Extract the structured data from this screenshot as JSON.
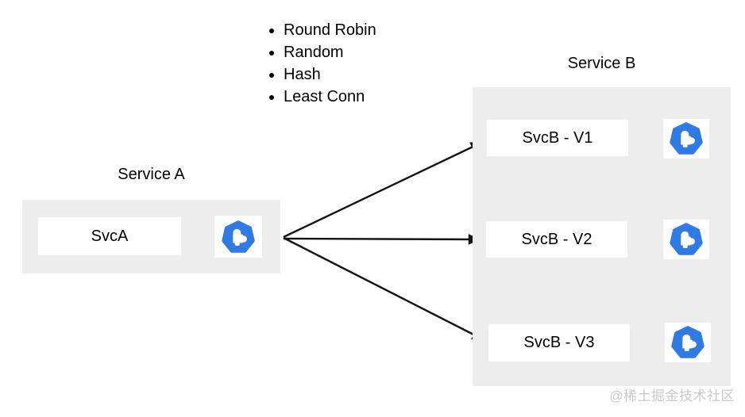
{
  "diagram": {
    "algorithms": {
      "items": [
        "Round Robin",
        "Random",
        "Hash",
        "Least Conn"
      ]
    },
    "service_a": {
      "title": "Service A",
      "node_label": "SvcA",
      "icon": "heptagon-puzzle-icon"
    },
    "service_b": {
      "title": "Service B",
      "nodes": [
        {
          "label": "SvcB - V1",
          "icon": "heptagon-puzzle-icon"
        },
        {
          "label": "SvcB - V2",
          "icon": "heptagon-puzzle-icon"
        },
        {
          "label": "SvcB - V3",
          "icon": "heptagon-puzzle-icon"
        }
      ]
    },
    "arrows": [
      {
        "from": "SvcA",
        "to": "SvcB - V1"
      },
      {
        "from": "SvcA",
        "to": "SvcB - V2"
      },
      {
        "from": "SvcA",
        "to": "SvcB - V3"
      }
    ],
    "watermark": "@稀土掘金技术社区",
    "colors": {
      "icon_blue": "#2F7BE3",
      "panel_gray": "#EDEDED",
      "arrow_black": "#141414",
      "watermark_gray": "#C9C9C9"
    }
  }
}
